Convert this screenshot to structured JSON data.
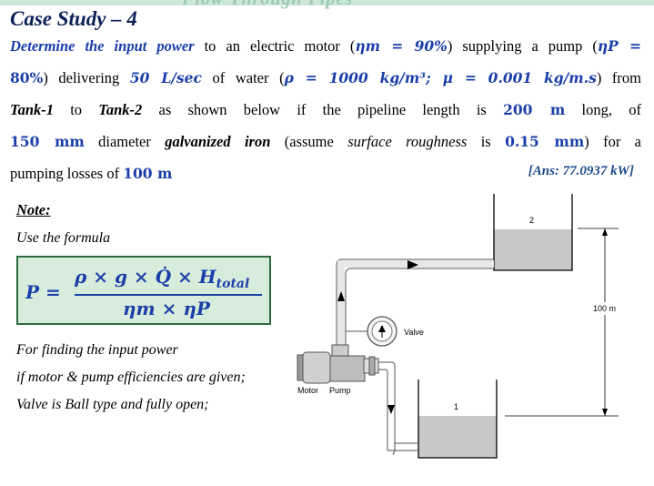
{
  "header": {
    "faded_title": "Flow Through Pipes",
    "title": "Case Study – 4"
  },
  "problem": {
    "l1_a": "Determine the input power",
    "l1_b": " to an electric motor (",
    "l1_eta_m": "ηm = 90%",
    "l1_c": ") supplying a pump (",
    "l1_eta_p": "ηP =",
    "l2_pct": "80%",
    "l2_a": ") delivering ",
    "l2_flow": "50 L/sec",
    "l2_b": " of water (",
    "l2_props": "ρ = 1000 kg/m³; μ = 0.001 kg/m.s",
    "l2_c": ") from",
    "l3_tank1": "Tank-1",
    "l3_a": " to ",
    "l3_tank2": "Tank-2",
    "l3_b": " as shown below if the pipeline length is ",
    "l3_len": "200 m",
    "l3_c": " long, of",
    "l4_dia": "150 mm",
    "l4_a": " diameter ",
    "l4_mat": "galvanized iron",
    "l4_b": " (assume ",
    "l4_rough": "surface roughness",
    "l4_c": " is ",
    "l4_val": "0.15 mm",
    "l4_d": ") for a",
    "l5_a": "pumping losses of ",
    "l5_val": "100 m",
    "answer": "[Ans: 77.0937 kW]"
  },
  "note": {
    "title": "Note:",
    "use": "Use the formula",
    "formula_lhs": "P =",
    "formula_num": "ρ × g × Q̇ × H",
    "formula_num_sub": "total",
    "formula_den": "ηm × ηP",
    "l1": "For finding the input power",
    "l2": "if motor & pump efficiencies are given;",
    "l3": "Valve is Ball type and fully open;"
  },
  "diagram": {
    "tank2_label": "2",
    "tank1_label": "1",
    "height_label": "100 m",
    "valve_label": "Valve",
    "motor_label": "Motor",
    "pump_label": "Pump"
  }
}
